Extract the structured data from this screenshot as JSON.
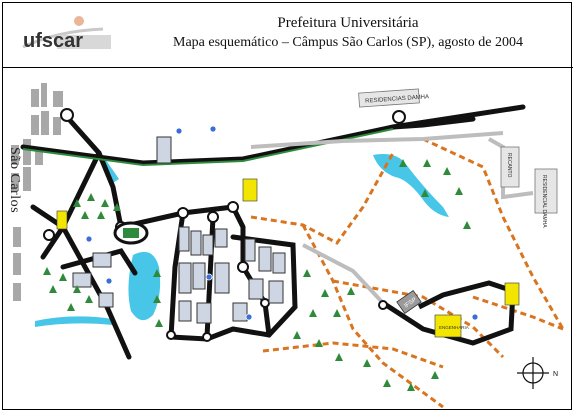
{
  "header": {
    "logo_text": "ufscar",
    "title_line1": "Prefeitura Universitária",
    "title_line2": "Mapa esquemático – Câmpus São Carlos (SP), agosto de 2004"
  },
  "map": {
    "city_label": "São Carlos",
    "labels": {
      "residencias_damha": "RESIDENCIAS DAMHA",
      "residencial_damha": "RESIDENCIAL DAMHA",
      "recanto": "RECANTO",
      "ifsp": "IFSP",
      "engenharia": "ENGENHARIA"
    },
    "compass": "N",
    "colors": {
      "road": "#111111",
      "green_road": "#2e8b3e",
      "dirt_road": "#d9741f",
      "water": "#48c6e8",
      "tree": "#2f8a3a",
      "yellow_sign": "#f2e600",
      "building": "#cfd6e3"
    }
  }
}
